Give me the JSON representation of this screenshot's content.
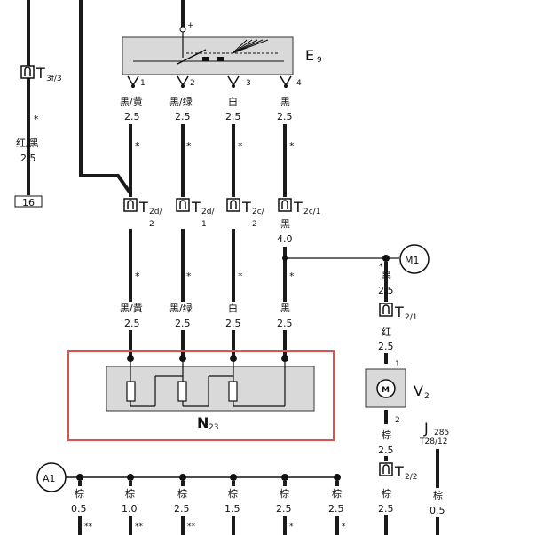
{
  "components": {
    "e9": {
      "label": "E",
      "sub": "9",
      "plus": "+",
      "pins": [
        "1",
        "2",
        "3",
        "4"
      ]
    },
    "n23": {
      "label": "N",
      "sub": "23"
    },
    "v2": {
      "label": "V",
      "sub": "2",
      "motor": "M",
      "pin_top": "1",
      "pin_bottom": "2"
    },
    "m1": {
      "label": "M1"
    },
    "a1": {
      "label": "A1"
    },
    "j285": {
      "label": "J",
      "sub": "285",
      "conn": "T28/12"
    },
    "box16": {
      "label": "16"
    }
  },
  "connectors": {
    "t3f": {
      "label": "T",
      "sub": "3f/3"
    },
    "t2d2": {
      "label": "T",
      "sub": "2d/",
      "sub2": "2"
    },
    "t2d1": {
      "label": "T",
      "sub": "2d/",
      "sub2": "1"
    },
    "t2c2": {
      "label": "T",
      "sub": "2c/",
      "sub2": "2"
    },
    "t2c1": {
      "label": "T",
      "sub": "2c/1"
    },
    "t21": {
      "label": "T",
      "sub": "2/1"
    },
    "t22": {
      "label": "T",
      "sub": "2/2"
    }
  },
  "wires": {
    "left": {
      "color": "红/黑",
      "gauge": "2.5",
      "mark": "*"
    },
    "e9w1": {
      "color": "黑/黄",
      "gauge": "2.5"
    },
    "e9w2": {
      "color": "黑/绿",
      "gauge": "2.5"
    },
    "e9w3": {
      "color": "白",
      "gauge": "2.5"
    },
    "e9w4": {
      "color": "黑",
      "gauge": "2.5"
    },
    "t2c1_out": {
      "color": "黑",
      "gauge": "4.0"
    },
    "n1": {
      "color": "黑/黄",
      "gauge": "2.5"
    },
    "n2": {
      "color": "黑/绿",
      "gauge": "2.5"
    },
    "n3": {
      "color": "白",
      "gauge": "2.5"
    },
    "n4": {
      "color": "黑",
      "gauge": "2.5"
    },
    "m1w": {
      "color": "黑",
      "gauge": "2.5"
    },
    "v2top": {
      "color": "红",
      "gauge": "2.5"
    },
    "v2bot": {
      "color": "棕",
      "gauge": "2.5"
    },
    "v2bot2": {
      "color": "棕",
      "gauge": "2.5"
    },
    "j285w": {
      "color": "棕",
      "gauge": "0.5"
    }
  },
  "bottom_row": [
    {
      "color": "棕",
      "gauge": "0.5",
      "mark": "**"
    },
    {
      "color": "棕",
      "gauge": "1.0",
      "mark": "**"
    },
    {
      "color": "棕",
      "gauge": "2.5",
      "mark": "**"
    },
    {
      "color": "棕",
      "gauge": "1.5",
      "mark": ""
    },
    {
      "color": "棕",
      "gauge": "2.5",
      "mark": "*"
    },
    {
      "color": "棕",
      "gauge": "2.5",
      "mark": "*"
    }
  ],
  "marks": {
    "star": "*"
  },
  "highlight_color": "#d9534f"
}
